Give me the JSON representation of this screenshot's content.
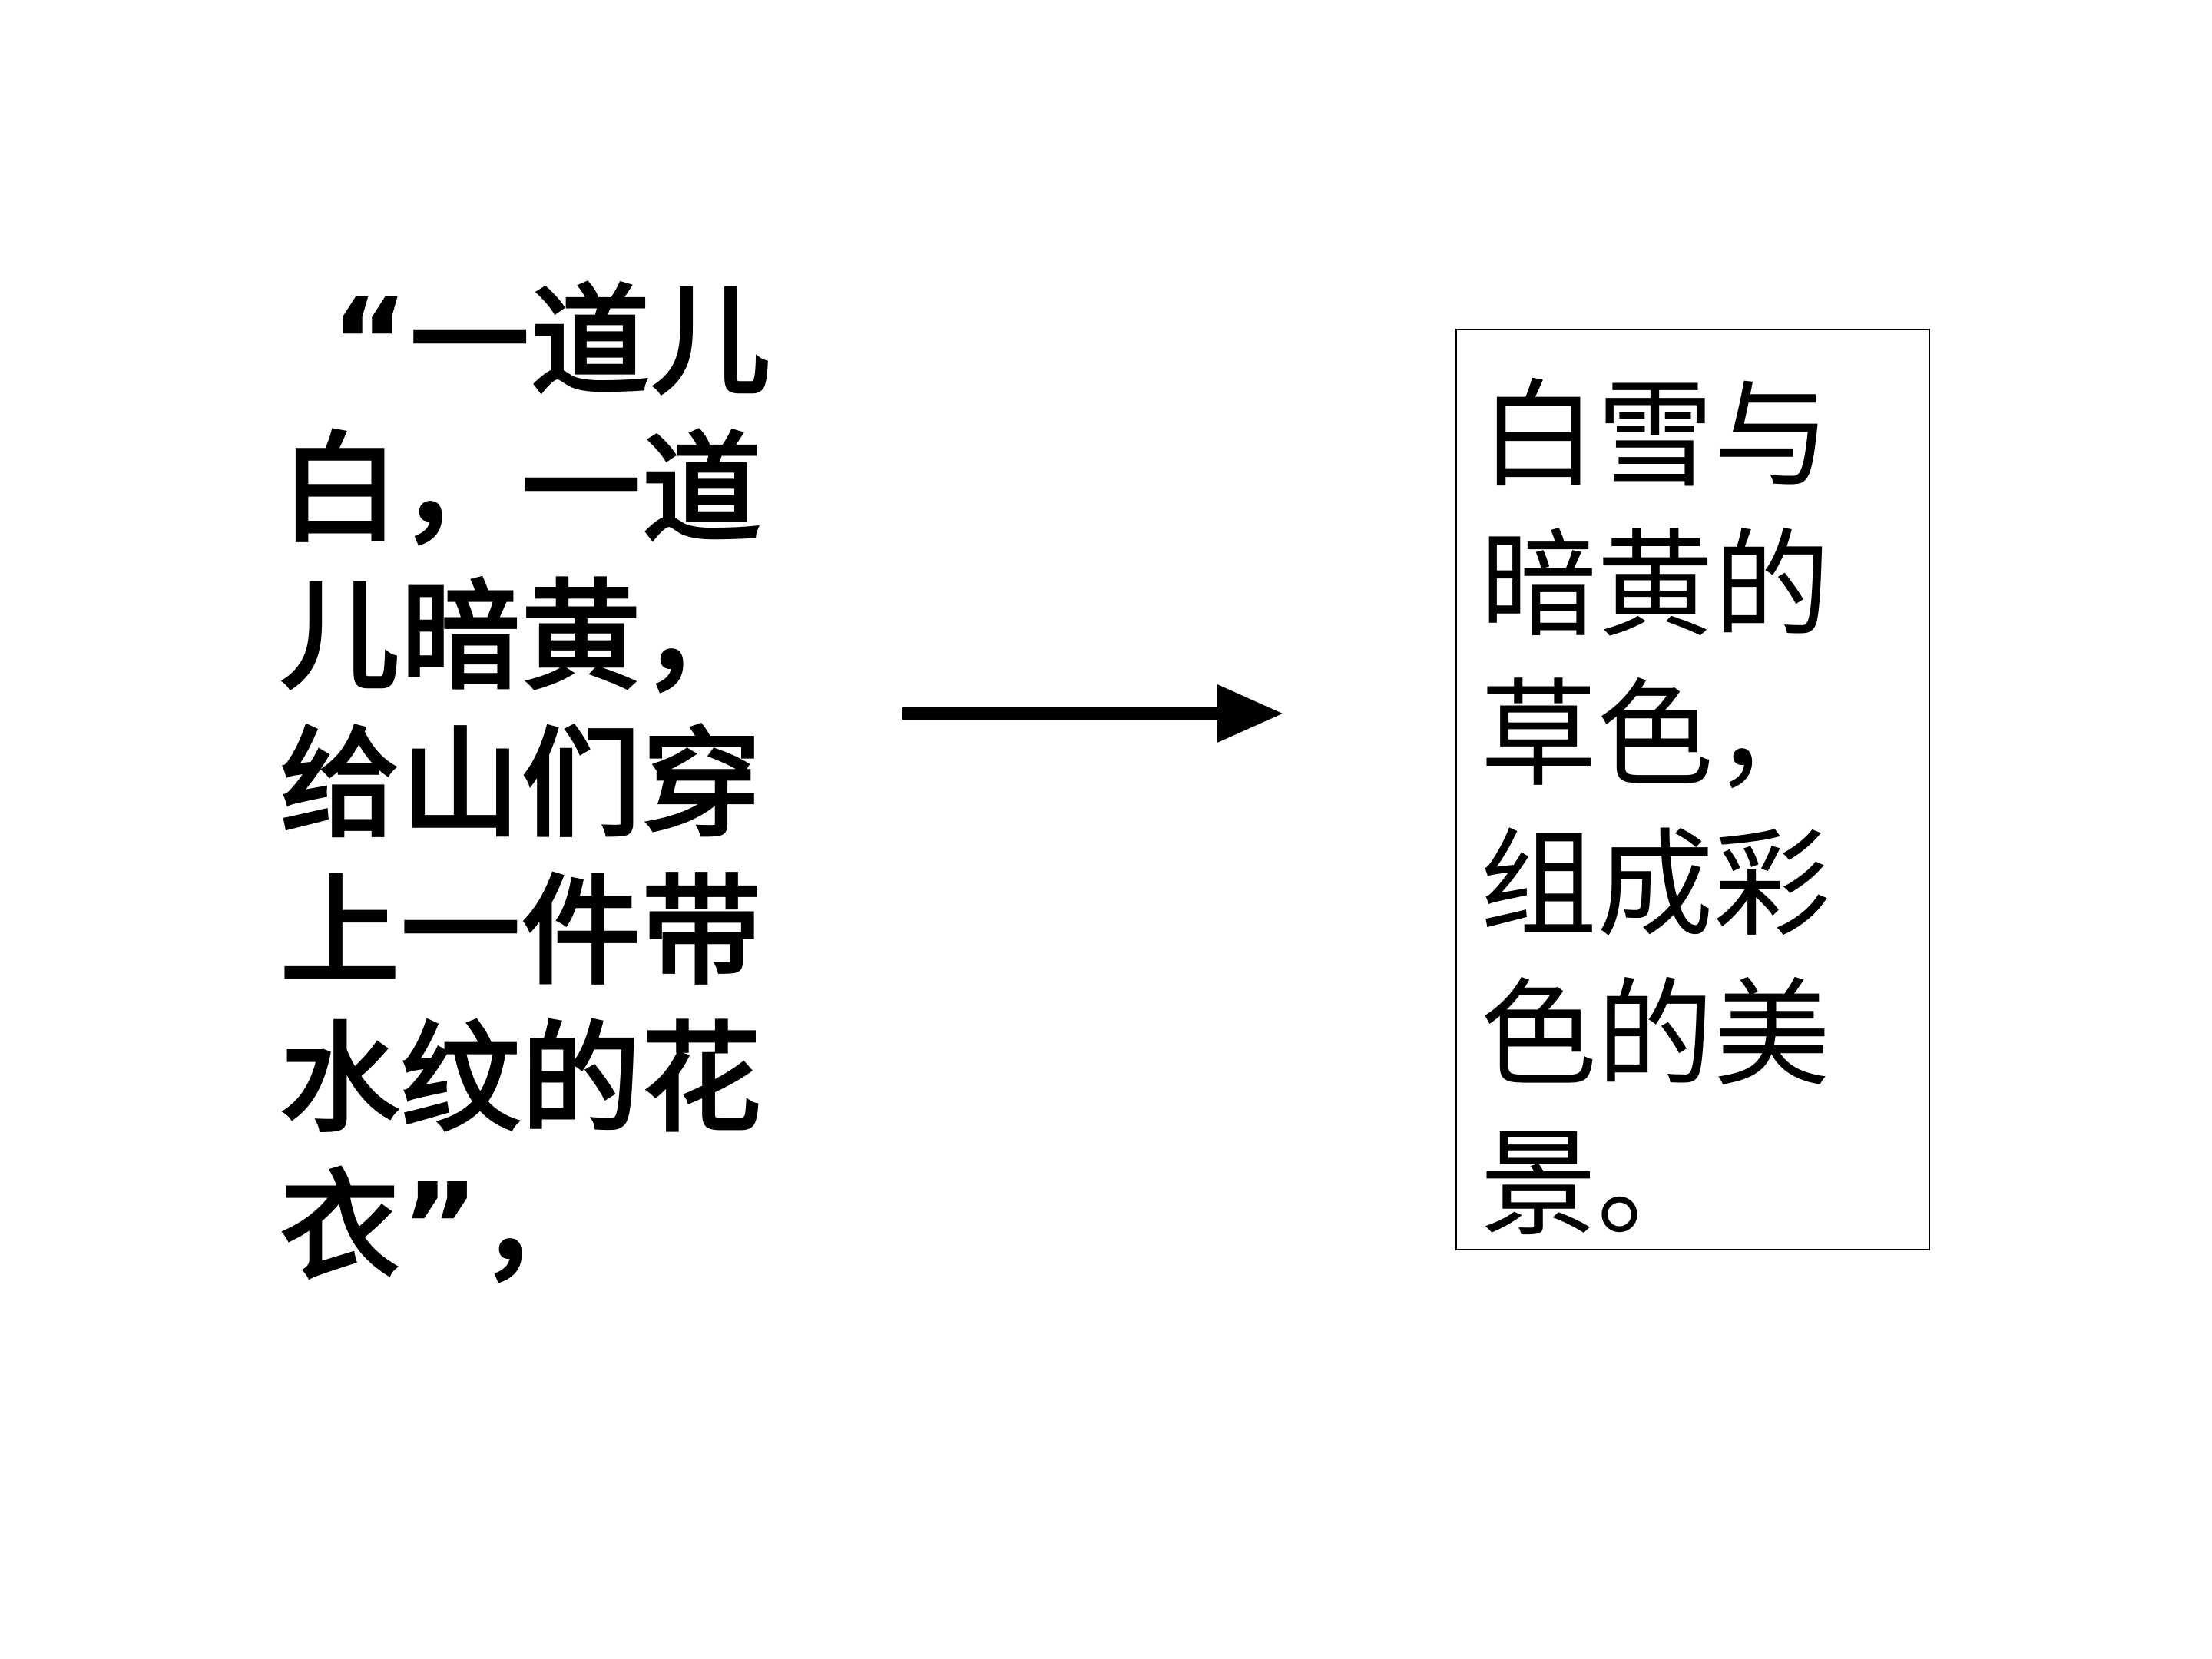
{
  "slide": {
    "quote_lines": [
      "“一道儿",
      "白，一道",
      "儿暗黄，",
      "给山们穿",
      "上一件带",
      "水纹的花",
      "衣”，"
    ],
    "arrow_icon": "right-arrow-icon",
    "explanation_lines": [
      "白雪与",
      "暗黄的",
      "草色，",
      "组成彩",
      "色的美",
      "景。"
    ]
  }
}
